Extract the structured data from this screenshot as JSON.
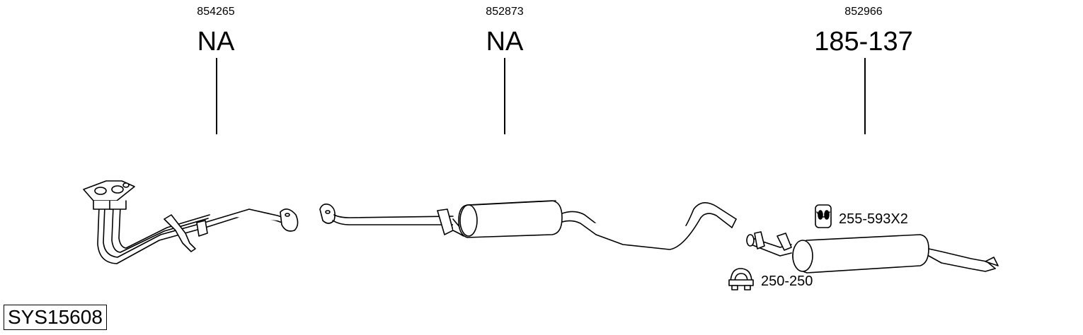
{
  "parts": [
    {
      "ref": "854265",
      "code": "NA"
    },
    {
      "ref": "852873",
      "code": "NA"
    },
    {
      "ref": "852966",
      "code": "185-137"
    }
  ],
  "accessories": [
    {
      "label": "255-593X2",
      "icon": "rubber-hanger-icon"
    },
    {
      "label": "250-250",
      "icon": "pipe-clamp-icon"
    }
  ],
  "system_id": "SYS15608"
}
